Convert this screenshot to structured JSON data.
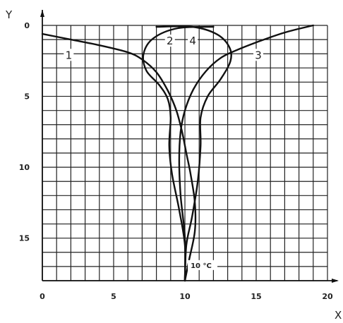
{
  "chart_data": {
    "type": "line",
    "title": "",
    "xlabel": "X",
    "ylabel": "Y",
    "xlim": [
      0,
      20
    ],
    "ylim": [
      0,
      18
    ],
    "y_inverted": true,
    "grid": true,
    "x_ticks": [
      "0",
      "5",
      "10",
      "15",
      "20"
    ],
    "y_ticks": [
      "0",
      "5",
      "10",
      "15"
    ],
    "annotation": "10 °C",
    "series": [
      {
        "name": "1",
        "points": [
          [
            0,
            0.6
          ],
          [
            2,
            1.0
          ],
          [
            4,
            1.4
          ],
          [
            6,
            1.9
          ],
          [
            7,
            2.4
          ],
          [
            8,
            3.3
          ],
          [
            8.8,
            4.6
          ],
          [
            9.4,
            6.0
          ],
          [
            9.8,
            7.5
          ],
          [
            10.1,
            9.0
          ],
          [
            10.4,
            10.5
          ],
          [
            10.7,
            12.5
          ],
          [
            10.7,
            14.5
          ],
          [
            10.3,
            16.5
          ],
          [
            10,
            18
          ]
        ]
      },
      {
        "name": "2",
        "points": [
          [
            12,
            0.1
          ],
          [
            9.5,
            0.2
          ],
          [
            7.8,
            0.9
          ],
          [
            7.1,
            2.0
          ],
          [
            7.3,
            3.2
          ],
          [
            8.2,
            4.2
          ],
          [
            8.8,
            5.2
          ],
          [
            9.0,
            6.5
          ],
          [
            8.9,
            8.5
          ],
          [
            9.1,
            10.5
          ],
          [
            9.6,
            13.0
          ],
          [
            10,
            15.5
          ],
          [
            10,
            18
          ]
        ]
      },
      {
        "name": "3",
        "points": [
          [
            19,
            0
          ],
          [
            17,
            0.5
          ],
          [
            15,
            1.2
          ],
          [
            13.5,
            1.8
          ],
          [
            12.5,
            2.3
          ],
          [
            11.5,
            3.2
          ],
          [
            10.6,
            4.5
          ],
          [
            10.0,
            6.0
          ],
          [
            9.7,
            7.5
          ],
          [
            9.6,
            9.5
          ],
          [
            9.7,
            12.0
          ],
          [
            10.0,
            15.0
          ],
          [
            10,
            18
          ]
        ]
      },
      {
        "name": "4",
        "points": [
          [
            8,
            0.1
          ],
          [
            10.5,
            0.1
          ],
          [
            12.2,
            0.6
          ],
          [
            13.1,
            1.5
          ],
          [
            13.2,
            2.5
          ],
          [
            12.5,
            3.8
          ],
          [
            11.6,
            5.0
          ],
          [
            11.1,
            6.5
          ],
          [
            11.1,
            8.5
          ],
          [
            10.9,
            11.0
          ],
          [
            10.5,
            13.5
          ],
          [
            10.1,
            15.5
          ],
          [
            10,
            18
          ]
        ]
      }
    ]
  }
}
